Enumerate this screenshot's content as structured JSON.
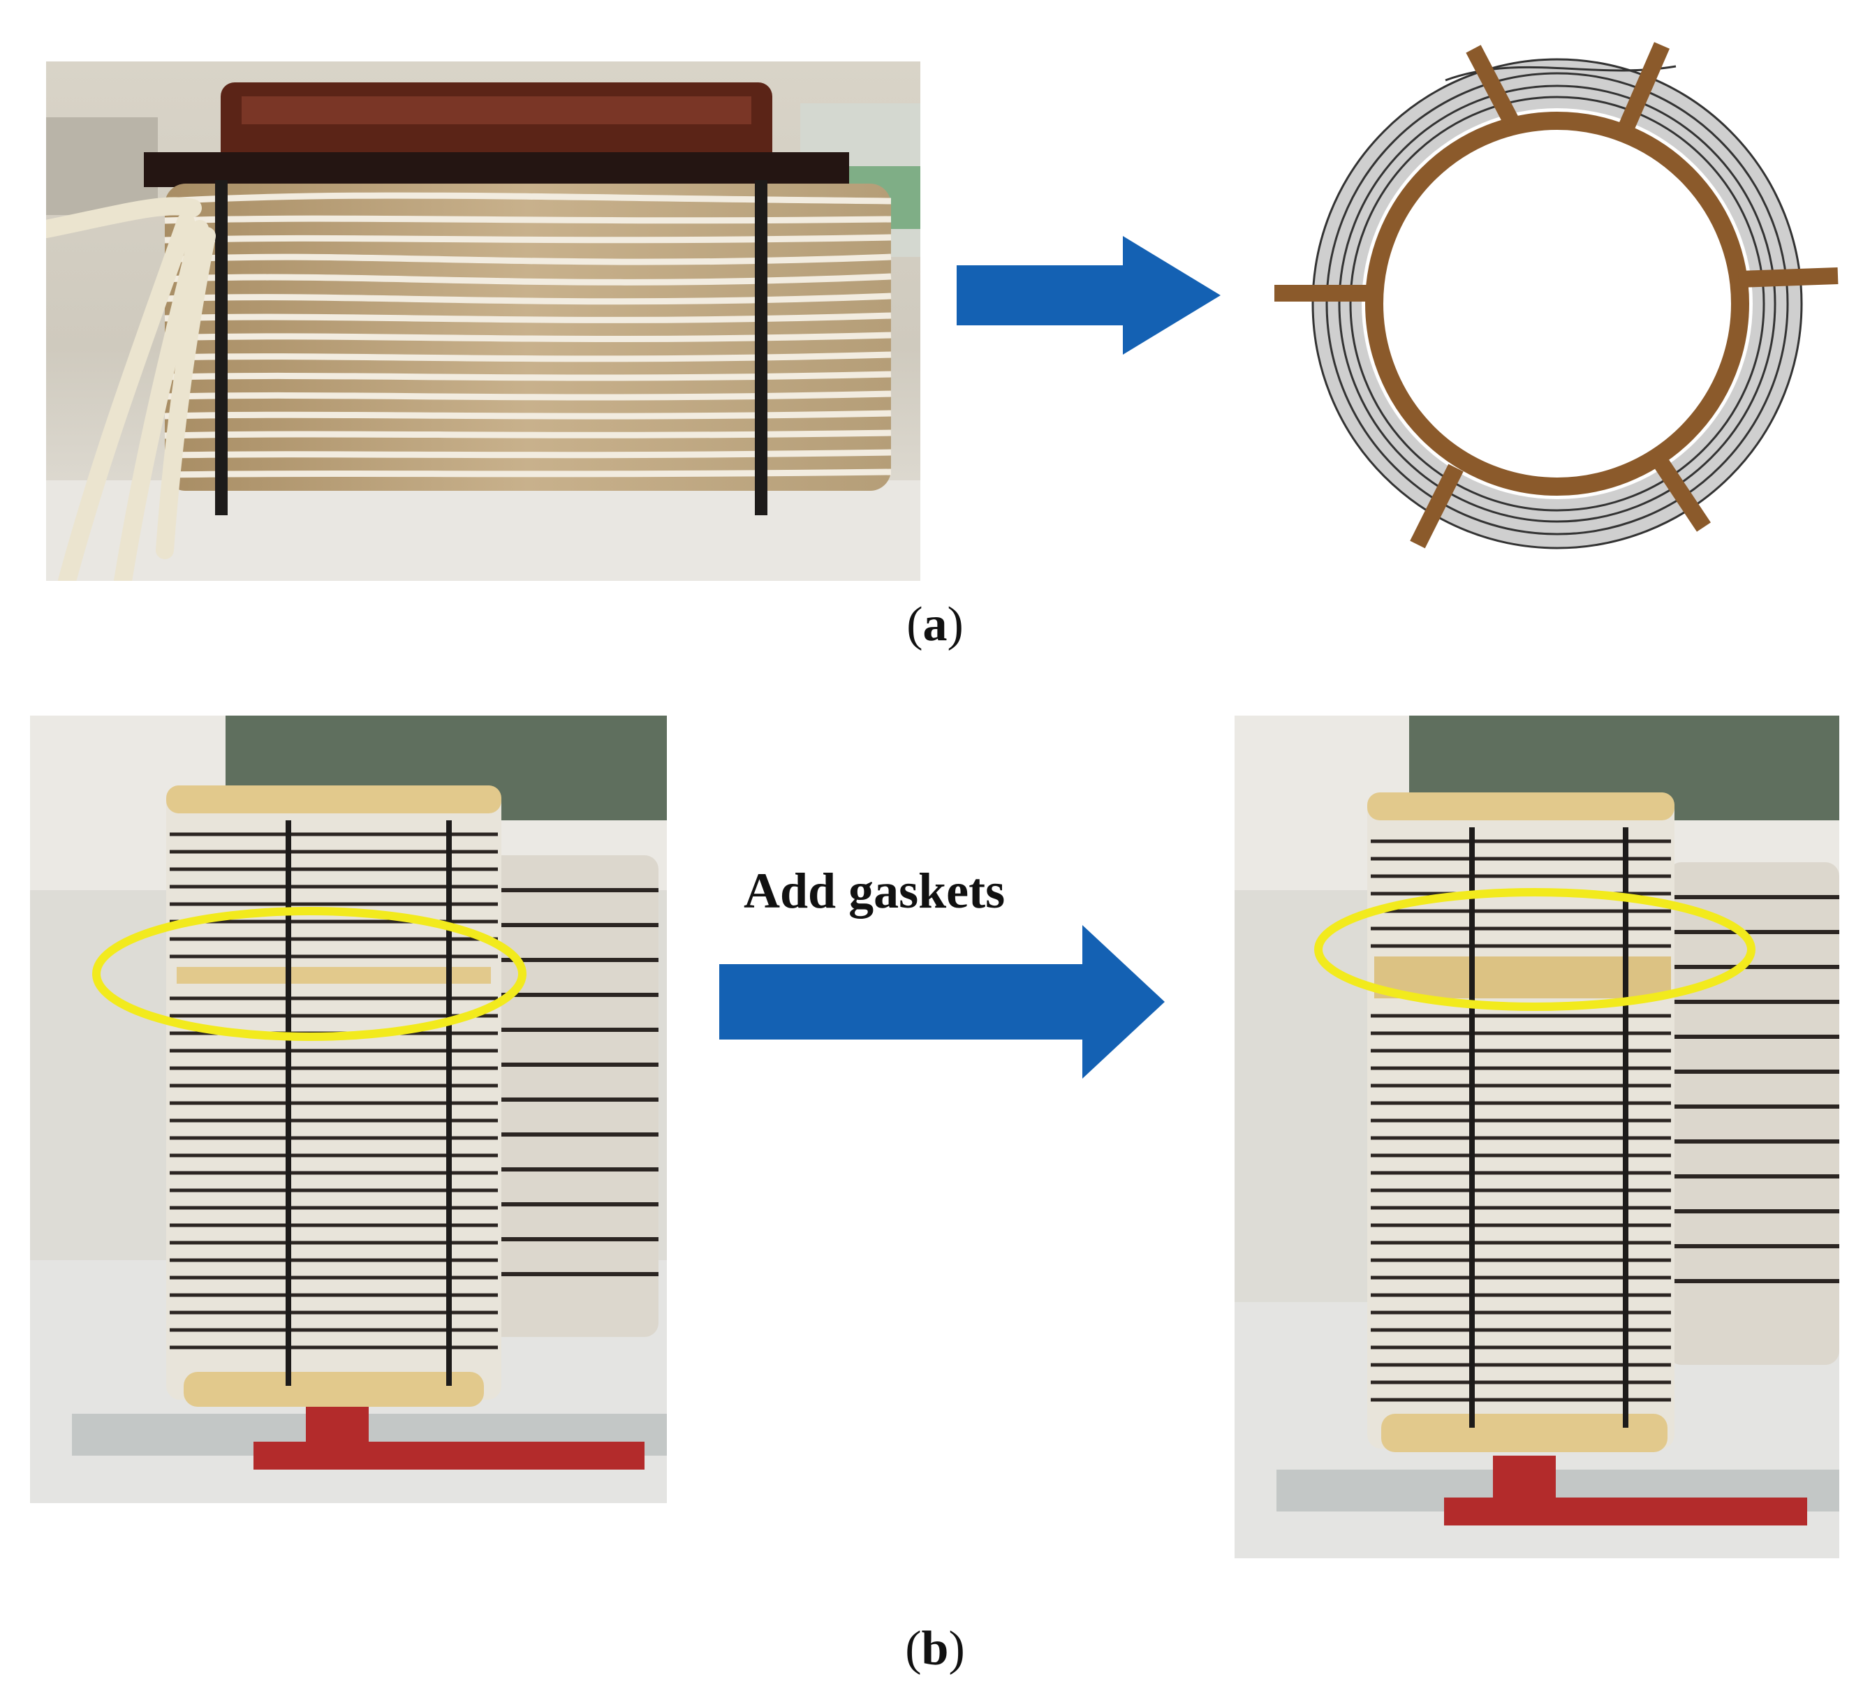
{
  "panel_a": {
    "label_open": "(",
    "label_letter": "a",
    "label_close": ")"
  },
  "panel_b": {
    "label_open": "(",
    "label_letter": "b",
    "label_close": ")",
    "arrow_text": "Add gaskets"
  },
  "colors": {
    "arrow": "#1461b3",
    "spacer": "#8b5a2b",
    "highlight": "#f2ea1d",
    "winding": "#c9c9c9"
  }
}
